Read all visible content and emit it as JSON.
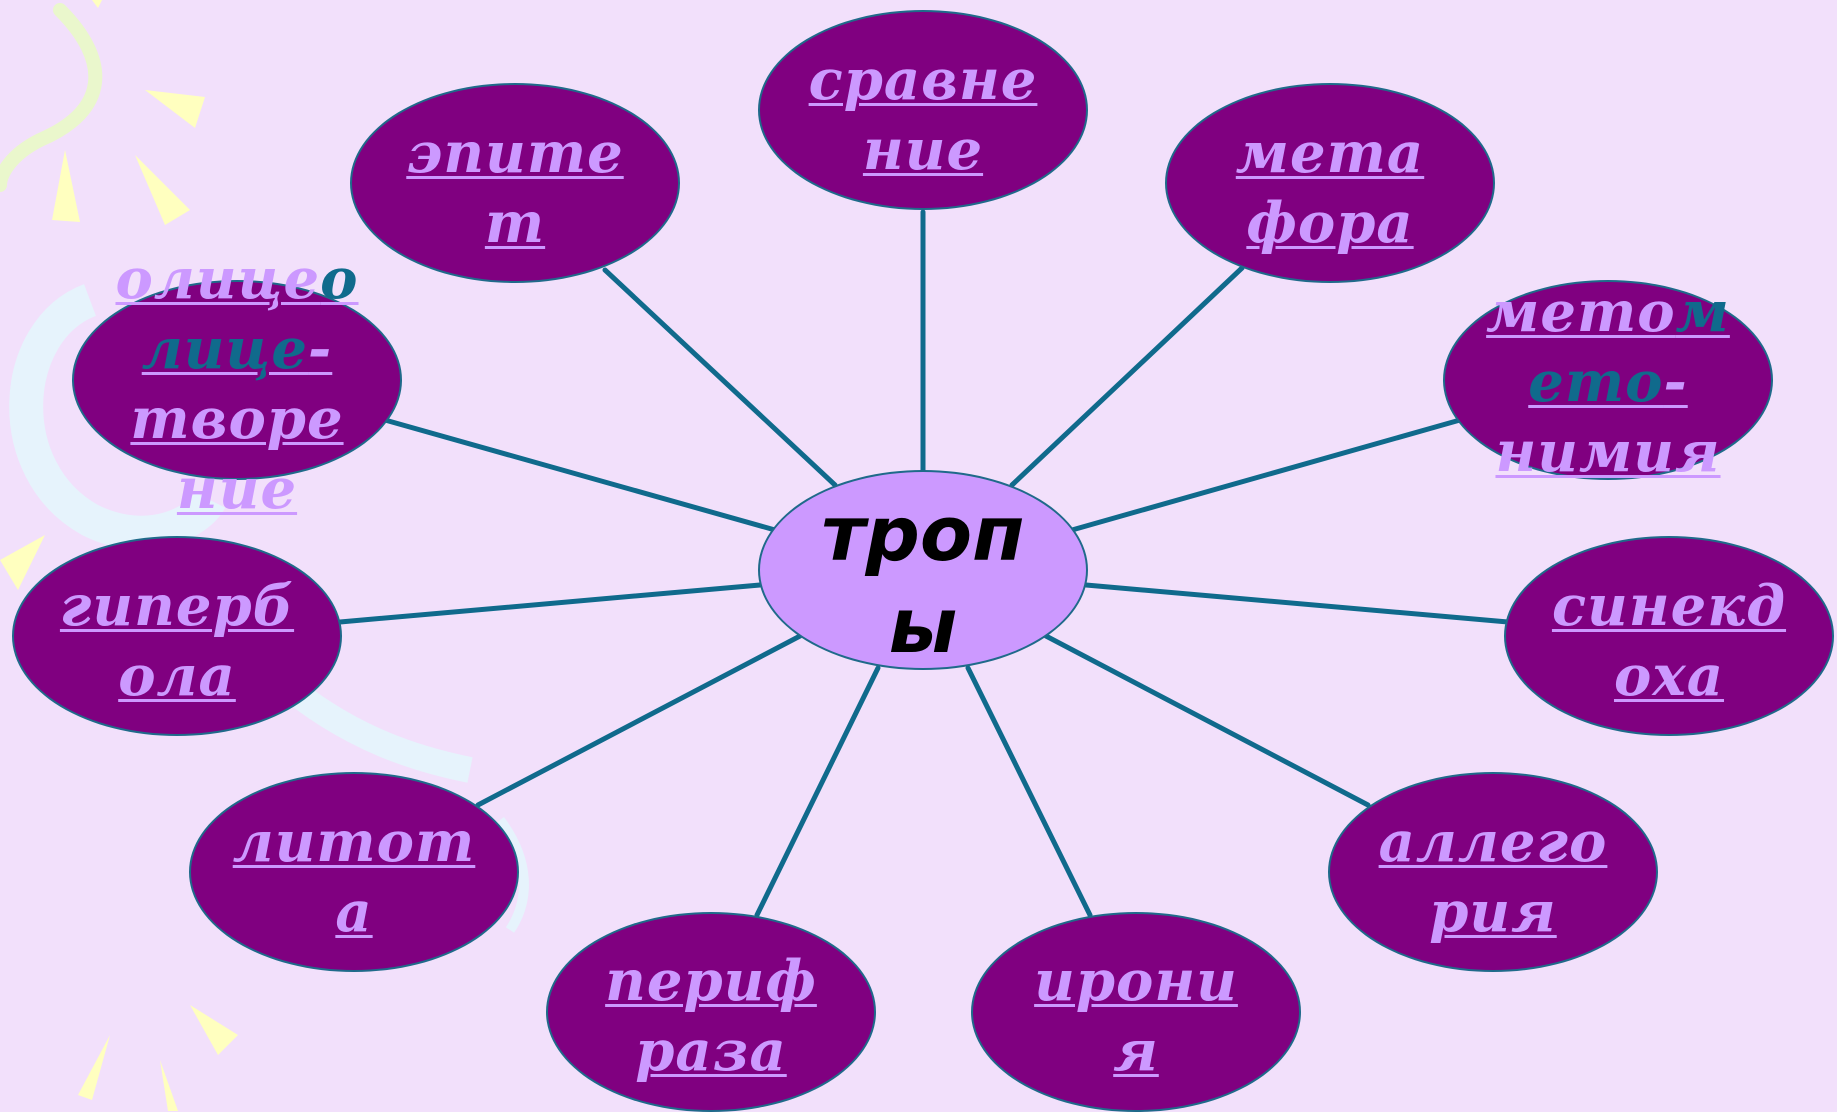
{
  "center": {
    "line1": "троп",
    "line2": "ы"
  },
  "nodes": {
    "epitet": {
      "l1": "эпите",
      "l2": "т"
    },
    "sravnenie": {
      "l1": "сравне",
      "l2": "ние"
    },
    "metafora": {
      "l1": "мета",
      "l2": "фора"
    },
    "metonimia": {
      "l1a": "мето",
      "l1b": "м",
      "l2a": "ето",
      "l2b": "-",
      "l3": "нимия"
    },
    "olitsetvorenie": {
      "l1a": "олице",
      "l1b": "о",
      "l2a": "лице",
      "l2b": "-",
      "l3": "творе",
      "l4": "ние"
    },
    "giperbola": {
      "l1": "гиперб",
      "l2": "ола"
    },
    "sinekdoha": {
      "l1": "синекд",
      "l2": "оха"
    },
    "litota": {
      "l1": "литот",
      "l2": "а"
    },
    "allegoria": {
      "l1": "аллего",
      "l2": "рия"
    },
    "perifraza": {
      "l1": "периф",
      "l2": "раза"
    },
    "ironia": {
      "l1": "ирони",
      "l2": "я"
    }
  },
  "colors": {
    "background": "#f2e0fb",
    "node_fill": "#800080",
    "center_fill": "#cc99ff",
    "label_text": "#cc99ff",
    "connector": "#106a8c"
  }
}
